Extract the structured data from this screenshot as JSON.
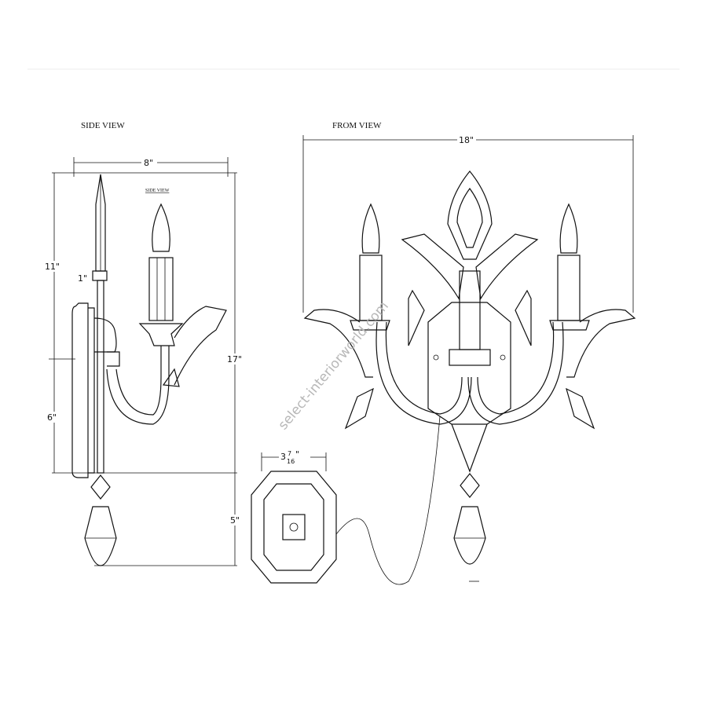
{
  "labels": {
    "side_view": "SIDE VIEW",
    "front_view": "FROM VIEW",
    "side_view_small": "SIDE VIEW"
  },
  "dimensions": {
    "side_width": "8\"",
    "front_width": "18\"",
    "upper_height": "11\"",
    "backplate_offset": "1\"",
    "overall_height": "17\"",
    "lower_height": "6\"",
    "pendant_height": "5\"",
    "backplate_width_whole": "3",
    "backplate_width_num": "7",
    "backplate_width_den": "16"
  },
  "watermark": "select-interiorworld.com",
  "colors": {
    "line": "#111111",
    "watermark": "#b8b8b8"
  }
}
